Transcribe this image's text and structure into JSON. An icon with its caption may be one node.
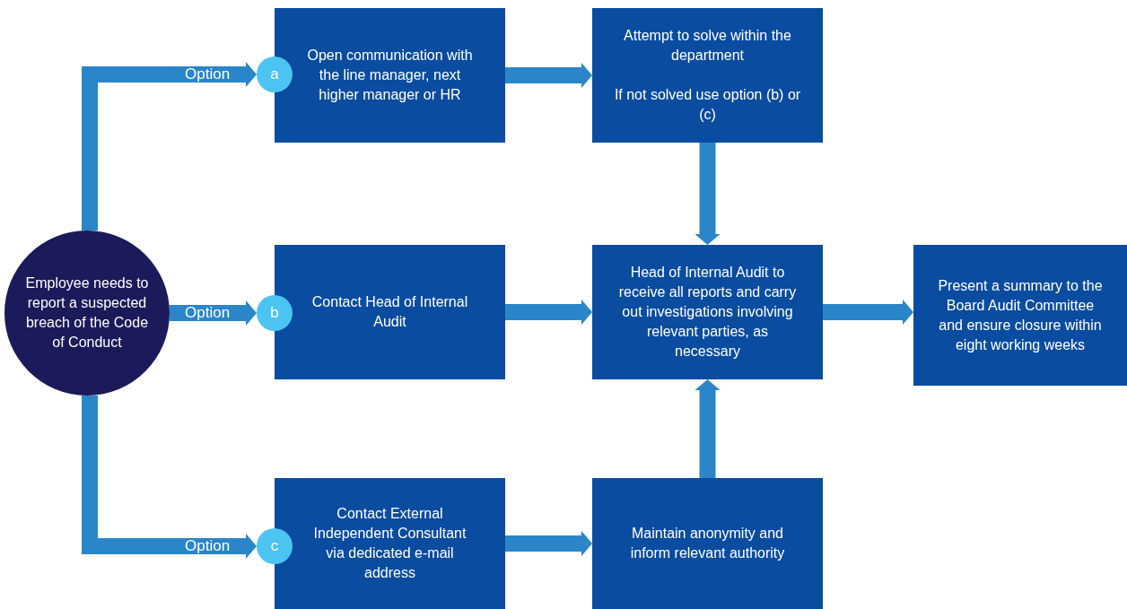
{
  "diagram": {
    "nodes": [
      {
        "text": [
          "Employee needs to report a suspected breach of the Code of Conduct"
        ]
      },
      {
        "text": [
          "a"
        ]
      },
      {
        "text": [
          "Open communication with the line manager, next higher manager or HR"
        ]
      },
      {
        "text": [
          "Attempt to solve within the department",
          "If not solved use option (b) or (c)"
        ]
      },
      {
        "text": [
          "b"
        ]
      },
      {
        "text": [
          "Contact Head of Internal Audit"
        ]
      },
      {
        "text": [
          "Head of Internal Audit to receive all reports and carry out investigations involving relevant parties, as necessary"
        ]
      },
      {
        "text": [
          "Present a summary to the Board Audit Committee and ensure closure within eight working weeks"
        ]
      },
      {
        "text": [
          "c"
        ]
      },
      {
        "text": [
          "Contact External Independent Consultant via dedicated e-mail address"
        ]
      },
      {
        "text": [
          "Maintain anonymity and inform relevant authority"
        ]
      }
    ],
    "edges": [
      {
        "from": 0,
        "to": 1,
        "arrow": "to",
        "label": "Option"
      },
      {
        "from": 0,
        "to": 4,
        "arrow": "to",
        "label": "Option"
      },
      {
        "from": 0,
        "to": 8,
        "arrow": "to",
        "label": "Option"
      },
      {
        "from": 2,
        "to": 3,
        "arrow": "to"
      },
      {
        "from": 3,
        "to": 6,
        "arrow": "to"
      },
      {
        "from": 5,
        "to": 6,
        "arrow": "to"
      },
      {
        "from": 6,
        "to": 7,
        "arrow": "to"
      },
      {
        "from": 9,
        "to": 10,
        "arrow": "to"
      },
      {
        "from": 10,
        "to": 6,
        "arrow": "to"
      }
    ]
  }
}
